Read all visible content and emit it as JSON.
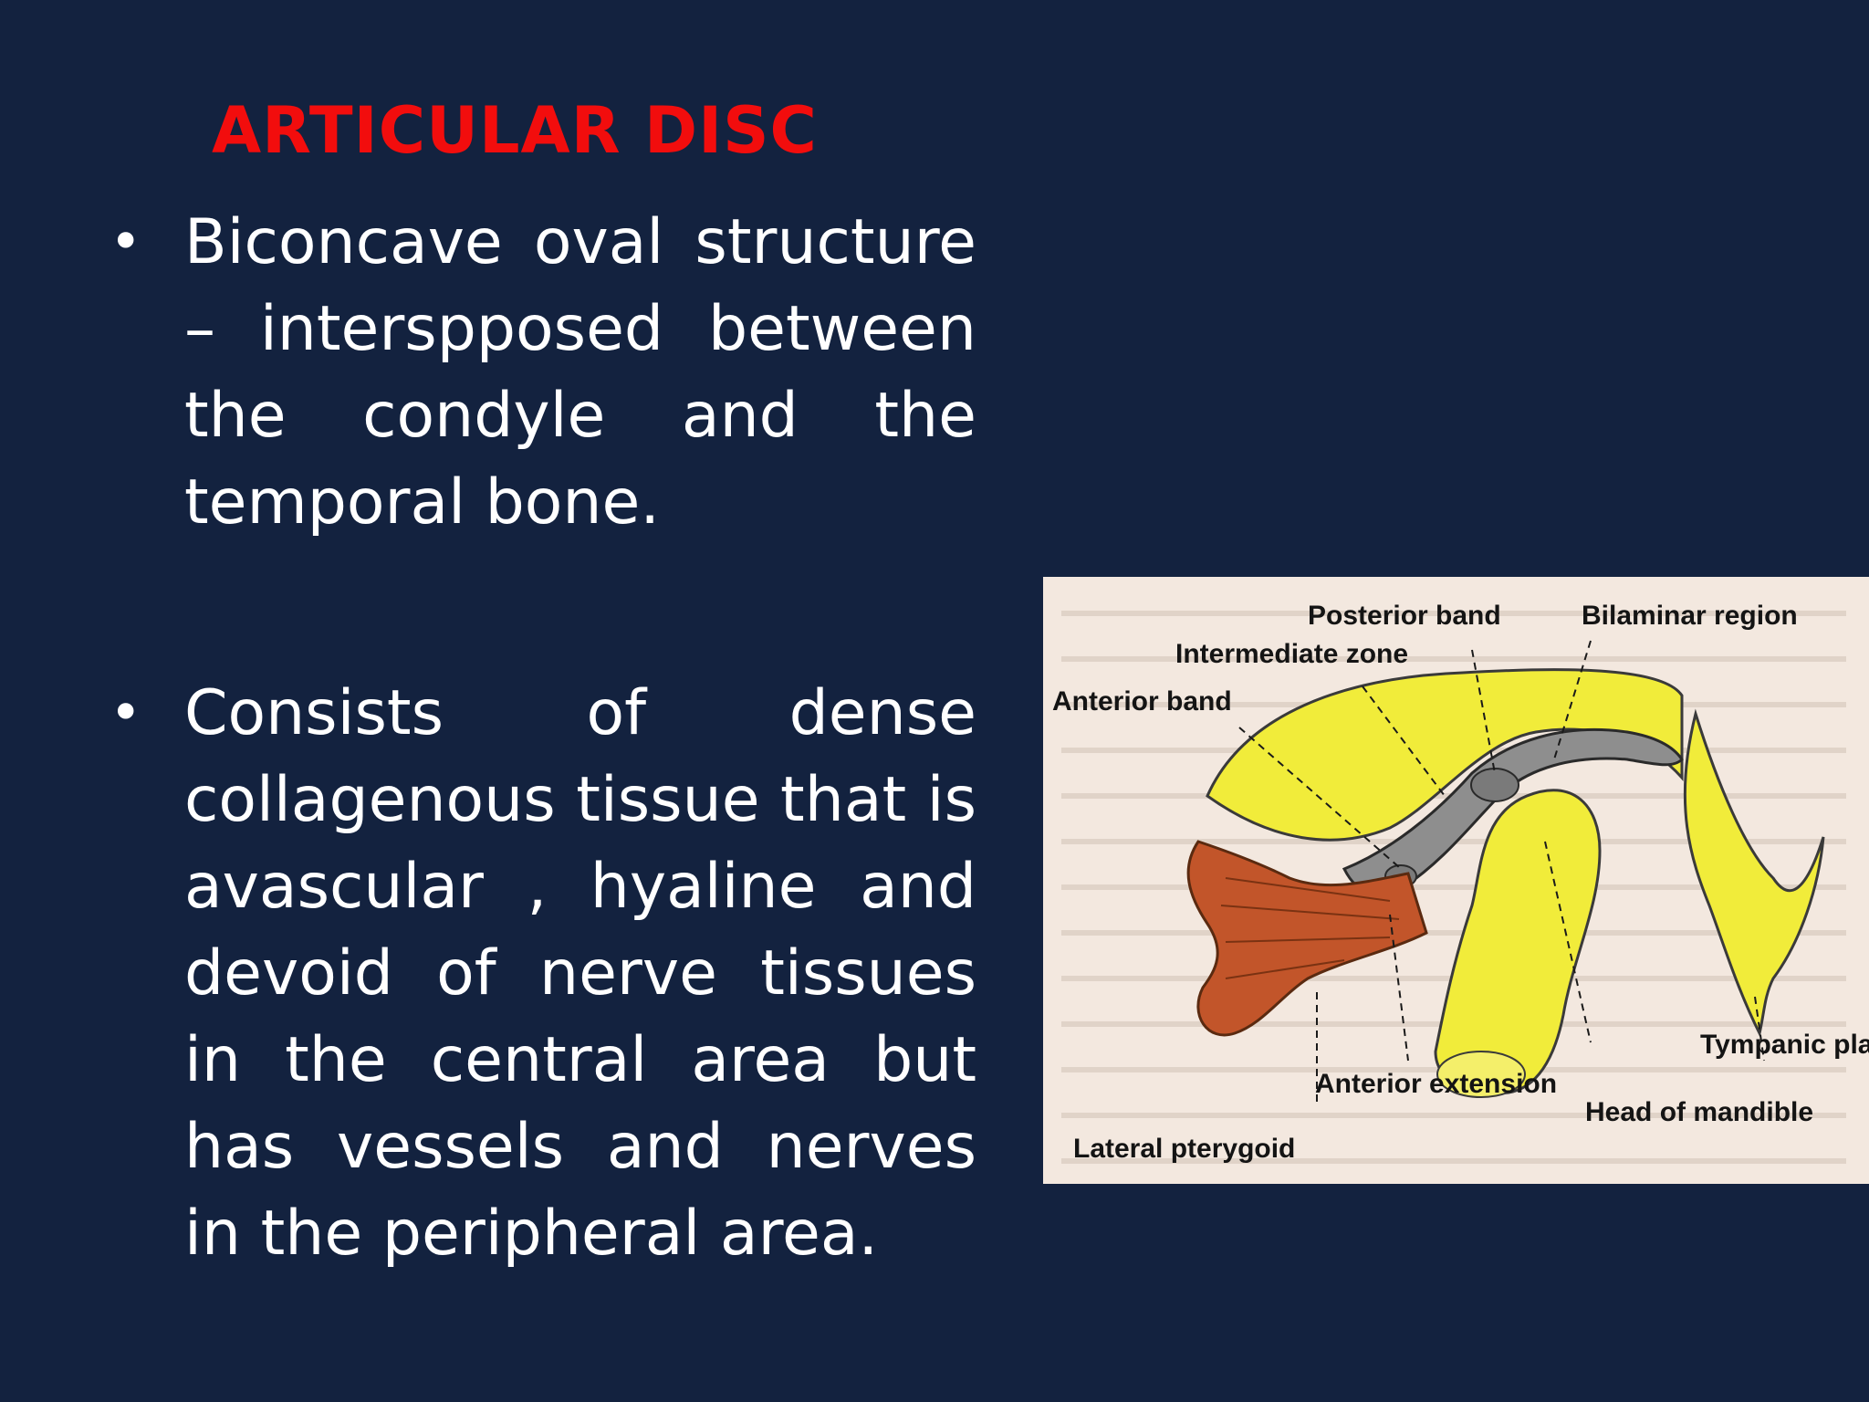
{
  "slide": {
    "title": "ARTICULAR DISC",
    "bullets": [
      "Biconcave oval structure – interspposed between the condyle and the temporal bone.",
      "Consists of dense collagenous tissue that is avascular , hyaline and devoid of nerve tissues in the central area but has vessels and nerves in the peripheral area."
    ]
  },
  "figure": {
    "labels": {
      "posterior_band": "Posterior band",
      "bilaminar_region": "Bilaminar region",
      "intermediate_zone": "Intermediate zone",
      "anterior_band": "Anterior band",
      "tympanic_plate": "Tympanic pla",
      "anterior_extension": "Anterior extension",
      "head_of_mandible": "Head of mandible",
      "lateral_pterygoid": "Lateral pterygoid"
    }
  }
}
